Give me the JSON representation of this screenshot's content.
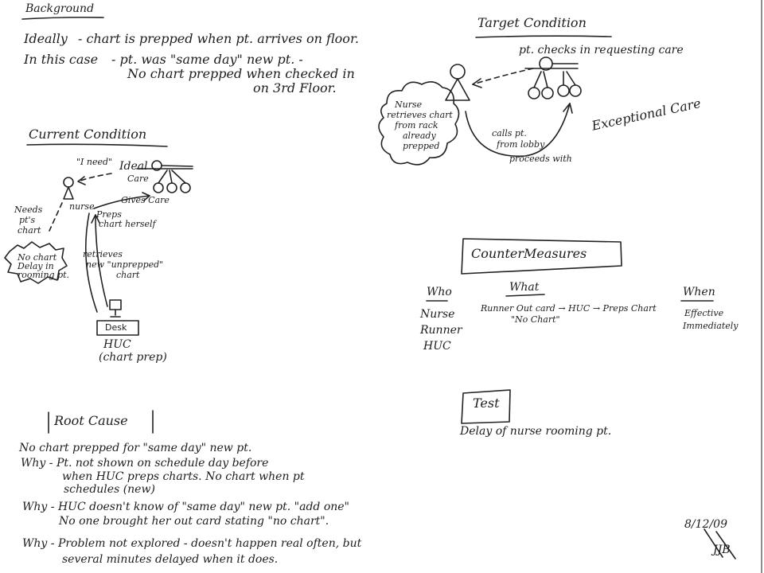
{
  "background": {
    "heading": "Background",
    "line1_label": "Ideally",
    "line1_text": "- chart is prepped when pt. arrives on floor.",
    "line2_label": "In this case",
    "line2_text": "- pt. was \"same day\" new pt. -",
    "line3": "No chart prepped when checked in",
    "line4": "on 3rd Floor."
  },
  "current_condition": {
    "heading": "Current Condition",
    "i_need": "\"I need\"",
    "ideal": "Ideal",
    "care": "Care",
    "needs": "Needs",
    "pts": "pt's",
    "chart": "chart",
    "nurse": "nurse",
    "gives_care": "Gives Care",
    "preps": "Preps",
    "chart_herself": "chart herself",
    "no_chart": "No chart",
    "delay_in": "Delay in",
    "rooming_pt": "rooming pt.",
    "retrieves": "retrieves",
    "new_unprepped": "new \"unprepped\"",
    "chart2": "chart",
    "desk": "Desk",
    "huc": "HUC",
    "chart_prep": "(chart prep)"
  },
  "target_condition": {
    "heading": "Target Condition",
    "pt_checks_in": "pt. checks in requesting care",
    "nurse_bubble": [
      "Nurse",
      "retrieves chart",
      "from rack",
      "already",
      "prepped"
    ],
    "calls_pt": "calls pt.",
    "from_lobby": "from lobby",
    "proceeds_with": "proceeds with",
    "exceptional_care": "Exceptional Care"
  },
  "countermeasures": {
    "heading": "CounterMeasures",
    "who_heading": "Who",
    "who_items": [
      "Nurse",
      "Runner",
      "HUC"
    ],
    "what_heading": "What",
    "what_text": "Runner Out card → HUC → Preps Chart",
    "what_note": "\"No Chart\"",
    "when_heading": "When",
    "when_items": [
      "Effective",
      "Immediately"
    ]
  },
  "test": {
    "heading": "Test",
    "text": "Delay of nurse rooming pt."
  },
  "root_cause": {
    "heading": "Root Cause",
    "lines": [
      "No chart prepped for \"same day\" new pt.",
      "Why - Pt. not shown on schedule day before",
      "when HUC preps charts. No chart when pt",
      "schedules (new)",
      "Why - HUC doesn't know of \"same day\" new pt. \"add one\"",
      "No one brought her out card stating \"no chart\".",
      "Why - Problem not explored - doesn't happen real often, but",
      "several minutes delayed when it does."
    ]
  },
  "signature": {
    "date": "8/12/09",
    "initials": "JJB"
  }
}
